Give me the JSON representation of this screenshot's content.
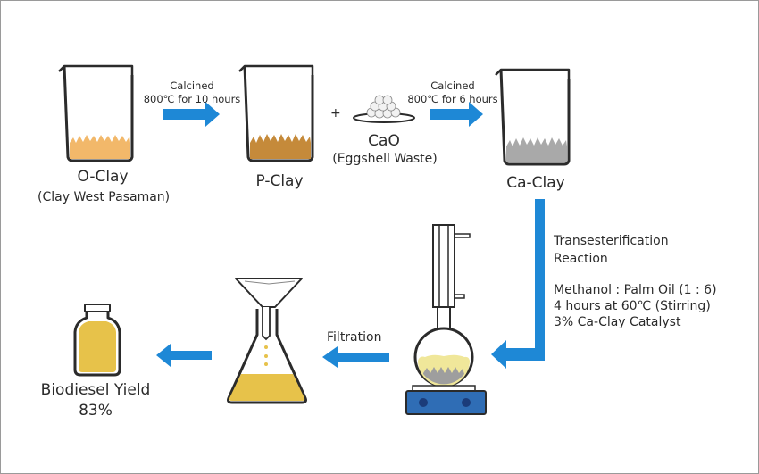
{
  "steps": {
    "o_clay": {
      "name": "O-Clay",
      "source": "(Clay West Pasaman)"
    },
    "calcine_1": {
      "label": "Calcined",
      "condition": "800℃ for 10 hours"
    },
    "p_clay": {
      "name": "P-Clay"
    },
    "plus": "+",
    "cao": {
      "name": "CaO",
      "source": "(Eggshell Waste)"
    },
    "calcine_2": {
      "label": "Calcined",
      "condition": "800℃ for 6 hours"
    },
    "ca_clay": {
      "name": "Ca-Clay"
    },
    "reaction": {
      "title_1": "Transesterification",
      "title_2": "Reaction",
      "cond_1": "Methanol : Palm Oil (1 : 6)",
      "cond_2": "4 hours at 60℃ (Stirring)",
      "cond_3": "3% Ca-Clay Catalyst"
    },
    "filtration": "Filtration",
    "result": {
      "label": "Biodiesel Yield",
      "value": "83%"
    }
  },
  "colors": {
    "arrow_blue": "#1e88d6",
    "o_clay": "#f2b86a",
    "p_clay": "#c58a3a",
    "ca_clay": "#a9a9a9",
    "biodiesel": "#e7c24a",
    "stirrer": "#2f6db5"
  }
}
